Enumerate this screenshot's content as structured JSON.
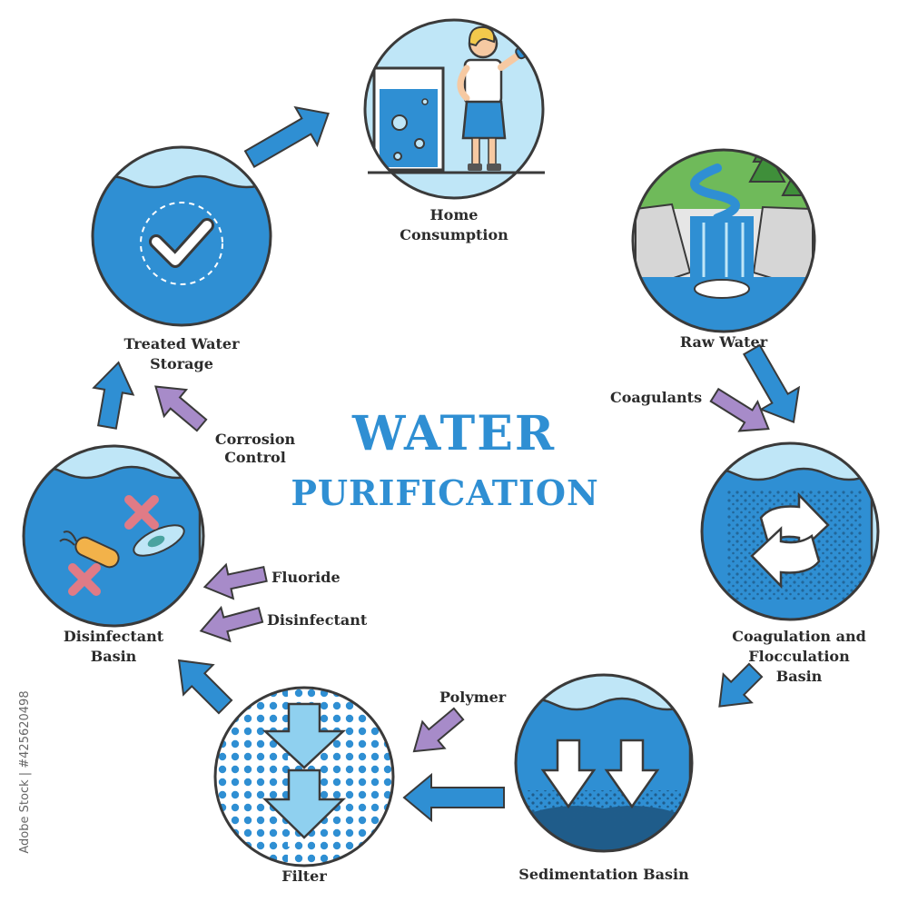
{
  "title": {
    "line1": "WATER",
    "line2": "PURIFICATION"
  },
  "stages": {
    "home": "Home\nConsumption",
    "raw": "Raw Water",
    "coag": "Coagulation and\nFlocculation\nBasin",
    "sed": "Sedimentation Basin",
    "filter": "Filter",
    "disinf": "Disinfectant\nBasin",
    "storage": "Treated Water\nStorage"
  },
  "additives": {
    "coagulants": "Coagulants",
    "polymer": "Polymer",
    "fluoride": "Fluoride",
    "disinfectant": "Disinfectant",
    "corrosion": "Corrosion\nControl"
  },
  "stock_text": "Adobe Stock | #425620498",
  "colors": {
    "water": "#2f8fd3",
    "water_light": "#bfe6f7",
    "arrow_blue": "#2f8fd3",
    "arrow_purple": "#a78bc9",
    "title": "#2f8fd3",
    "outline": "#3a3a3a"
  }
}
